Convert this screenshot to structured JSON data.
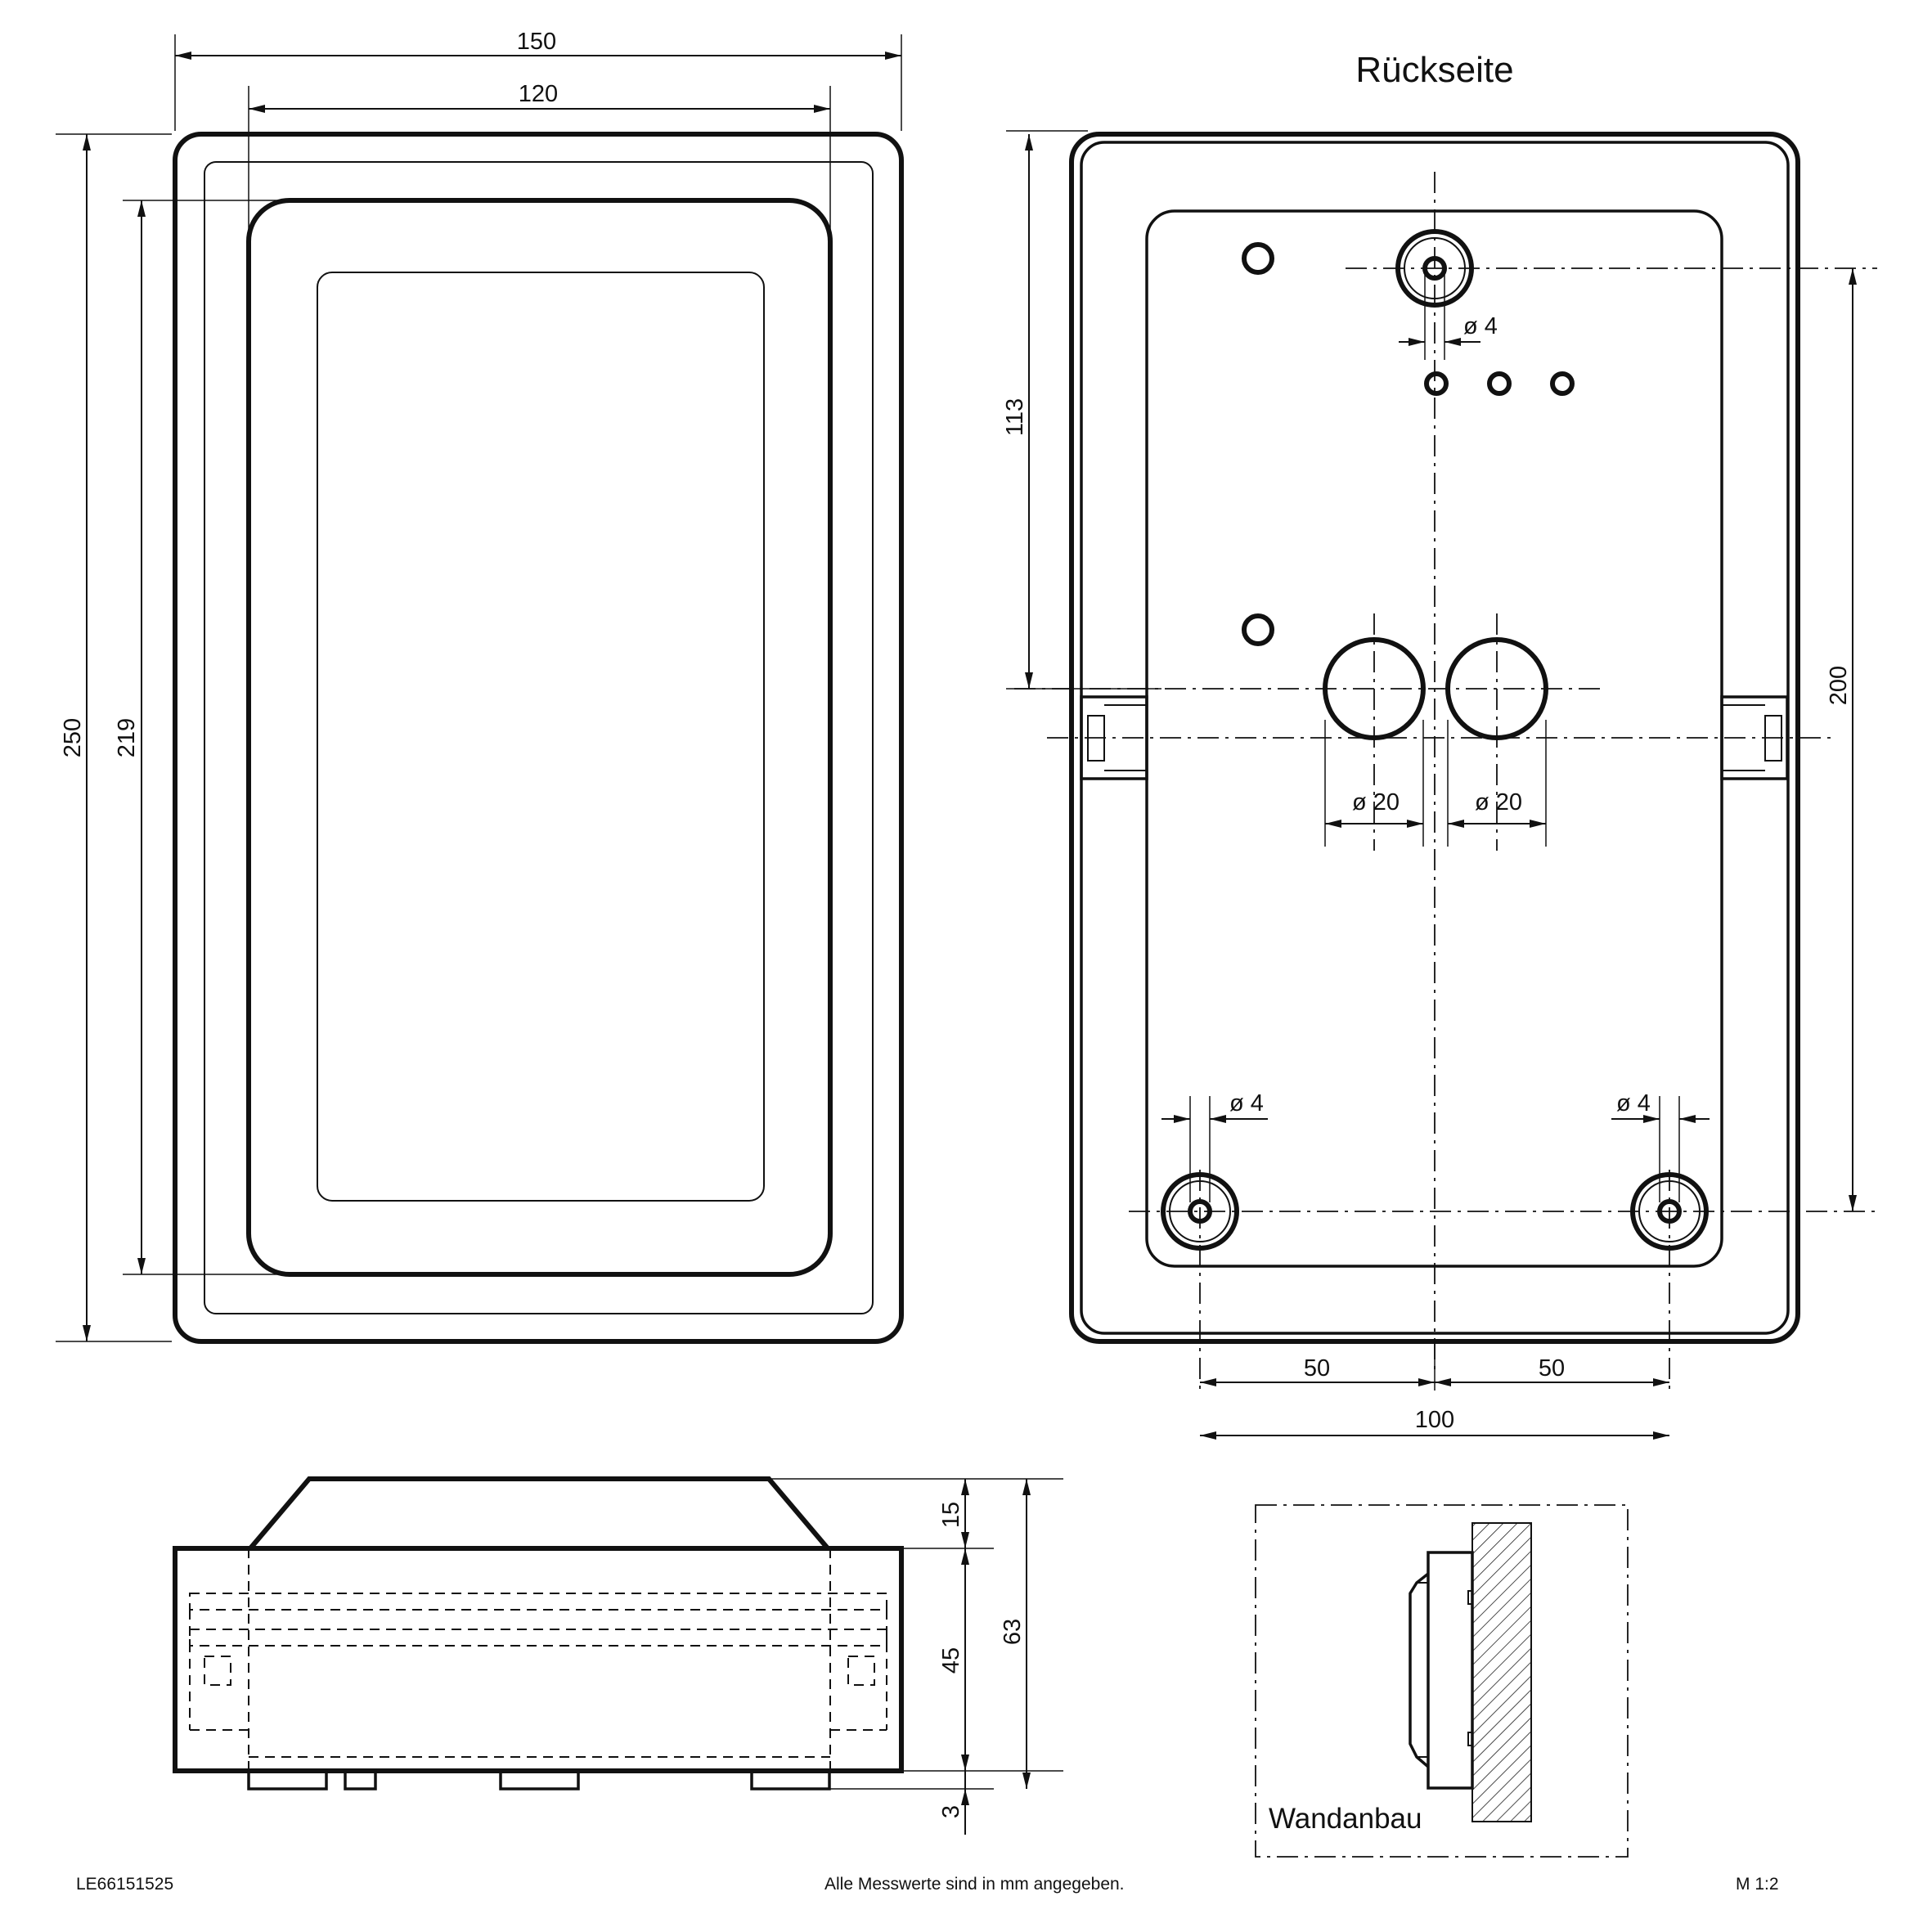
{
  "drawing": {
    "title_back": "Rückseite",
    "front": {
      "dim_width_outer": "150",
      "dim_width_inner": "120",
      "dim_height_outer": "250",
      "dim_height_inner": "219"
    },
    "back": {
      "dim_hole_top": "ø 4",
      "dim_hole_bl": "ø 4",
      "dim_hole_br": "ø 4",
      "dim_gland_left": "ø 20",
      "dim_gland_right": "ø 20",
      "dim_113": "113",
      "dim_200": "200",
      "dim_50_left": "50",
      "dim_50_right": "50",
      "dim_100": "100"
    },
    "side": {
      "dim_15": "15",
      "dim_45": "45",
      "dim_63": "63",
      "dim_3": "3"
    },
    "mount": {
      "label": "Wandanbau"
    }
  },
  "footer": {
    "article_number": "LE66151525",
    "note": "Alle Messwerte sind in mm angegeben.",
    "scale": "M 1:2"
  }
}
